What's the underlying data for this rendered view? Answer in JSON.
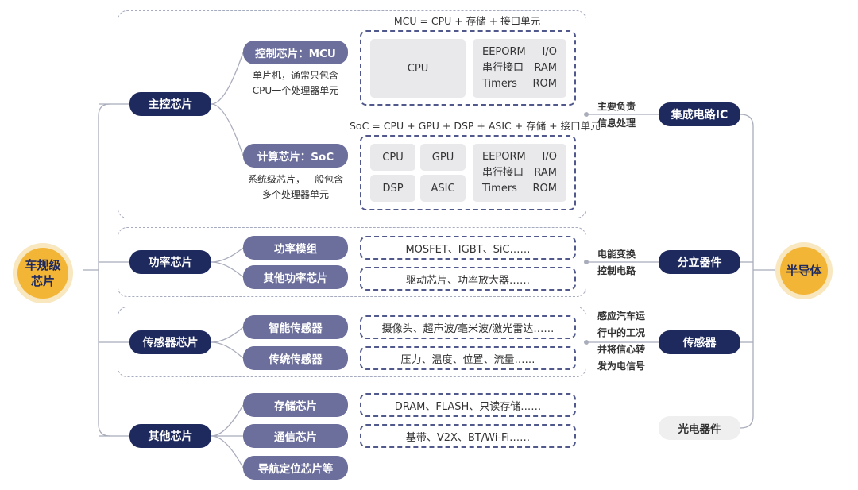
{
  "left_root": {
    "label_line1": "车规级",
    "label_line2": "芯片"
  },
  "right_root": {
    "label": "半导体"
  },
  "categories": {
    "main_control": {
      "label": "主控芯片"
    },
    "power": {
      "label": "功率芯片"
    },
    "sensor": {
      "label": "传感器芯片"
    },
    "other": {
      "label": "其他芯片"
    }
  },
  "subs": {
    "mcu": {
      "label": "控制芯片：MCU",
      "desc_line1": "单片机，通常只包含",
      "desc_line2": "CPU一个处理器单元"
    },
    "soc": {
      "label": "计算芯片：SoC",
      "desc_line1": "系统级芯片，一般包含",
      "desc_line2": "多个处理器单元"
    },
    "power_module": {
      "label": "功率模组"
    },
    "other_power": {
      "label": "其他功率芯片"
    },
    "smart_sensor": {
      "label": "智能传感器"
    },
    "trad_sensor": {
      "label": "传统传感器"
    },
    "storage": {
      "label": "存储芯片"
    },
    "comm": {
      "label": "通信芯片"
    },
    "nav": {
      "label": "导航定位芯片等"
    }
  },
  "mcu_block": {
    "formula": "MCU = CPU + 存储 + 接口单元",
    "cpu": "CPU",
    "grid": [
      "EEPORM",
      "I/O",
      "串行接口",
      "RAM",
      "Timers",
      "ROM"
    ]
  },
  "soc_block": {
    "formula": "SoC = CPU + GPU + DSP + ASIC + 存储 + 接口单元",
    "units": [
      "CPU",
      "GPU",
      "DSP",
      "ASIC"
    ],
    "grid": [
      "EEPORM",
      "I/O",
      "串行接口",
      "RAM",
      "Timers",
      "ROM"
    ]
  },
  "examples": {
    "power_module": "MOSFET、IGBT、SiC……",
    "other_power": "驱动芯片、功率放大器……",
    "smart_sensor": "摄像头、超声波/毫米波/激光雷达……",
    "trad_sensor": "压力、温度、位置、流量……",
    "storage": "DRAM、FLASH、只读存储……",
    "comm": "基带、V2X、BT/Wi-Fi……"
  },
  "right_side": {
    "ic": {
      "label": "集成电路IC",
      "desc_line1": "主要负责",
      "desc_line2": "信息处理"
    },
    "discrete": {
      "label": "分立器件",
      "desc_line1": "电能变换",
      "desc_line2": "控制电路"
    },
    "sensor": {
      "label": "传感器",
      "desc_line1": "感应汽车运",
      "desc_line2": "行中的工况",
      "desc_line3": "并将信心转",
      "desc_line4": "发为电信号"
    },
    "opto": {
      "label": "光电器件"
    }
  },
  "colors": {
    "dark_navy": "#1e2a5e",
    "mid_purple": "#6c6f9c",
    "gold": "#f3b535",
    "dash": "#50588c"
  }
}
